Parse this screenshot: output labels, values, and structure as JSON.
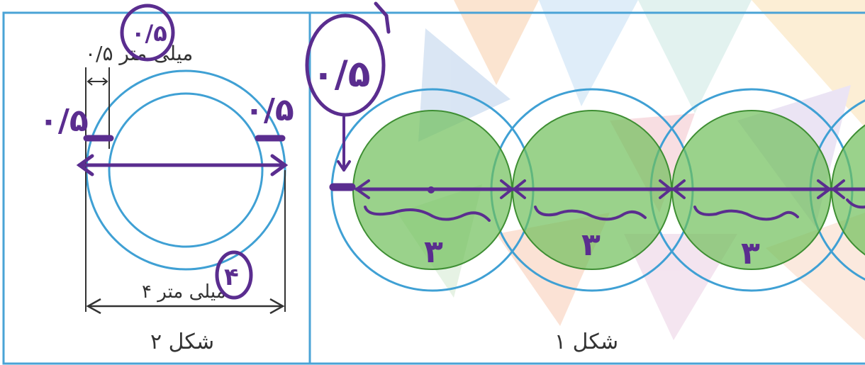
{
  "colors": {
    "frame": "#4aa3d6",
    "circle": "#3fa0d4",
    "green_fill": "#6fbf5a",
    "green_stroke": "#3e8e33",
    "ink": "#5a2d8f",
    "dim_line": "#333333"
  },
  "figure2": {
    "caption": "شکل ۲",
    "thickness_label": "۰/۵ میلی متر",
    "diameter_label": "۴ میلی متر"
  },
  "figure1": {
    "caption": "شکل ۱"
  },
  "annotations": {
    "fig2_circled_thickness": "۰/۵",
    "fig2_circled_diameter": "۴",
    "fig2_left_mark": "۰/۵",
    "fig2_right_mark": "۰/۵",
    "fig1_circled_value": "۰/۵",
    "segment_1": "۳",
    "segment_2": "۳",
    "segment_3": "۳"
  }
}
